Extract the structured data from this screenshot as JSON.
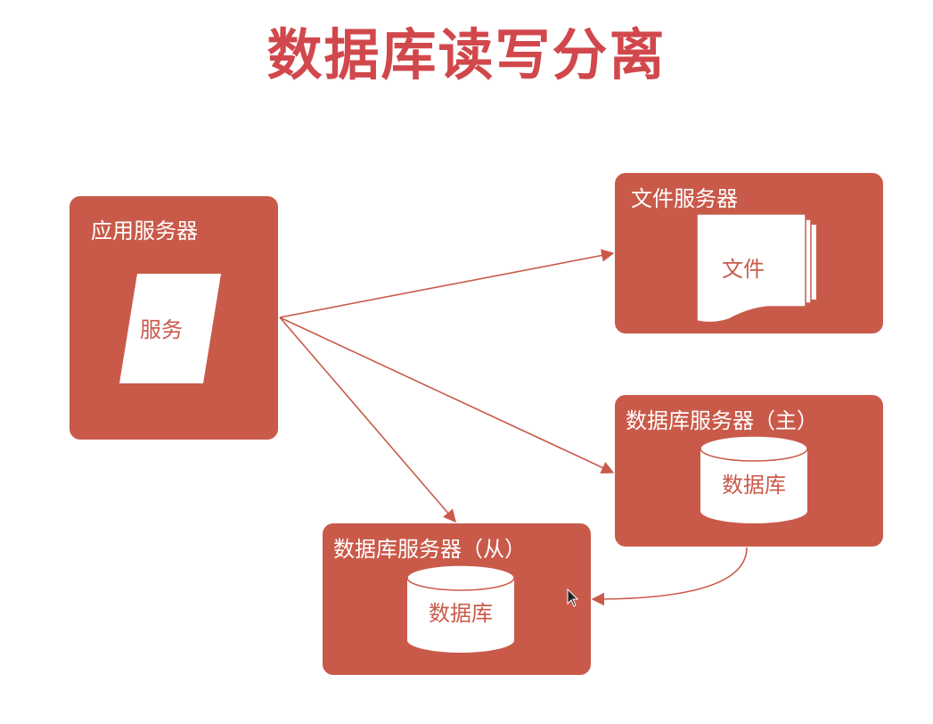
{
  "title": "数据库读写分离",
  "colors": {
    "title": "#d1484c",
    "box": "#c95a4a",
    "arrow": "#c95a4a",
    "shape_fill": "#ffffff",
    "shape_text": "#c95a4a"
  },
  "app_server": {
    "label": "应用服务器",
    "service_label": "服务"
  },
  "file_server": {
    "label": "文件服务器",
    "file_label": "文件"
  },
  "db_master": {
    "label": "数据库服务器（主）",
    "db_label": "数据库"
  },
  "db_slave": {
    "label": "数据库服务器（从）",
    "db_label": "数据库"
  }
}
